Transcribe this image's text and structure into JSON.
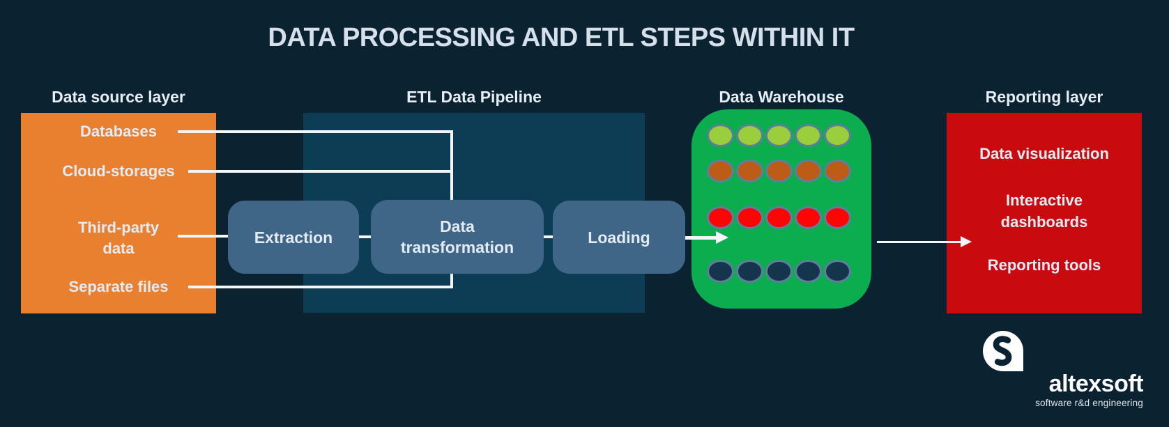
{
  "title": "DATA PROCESSING AND ETL STEPS WITHIN IT",
  "panels": {
    "source": {
      "label": "Data source layer",
      "items": [
        "Databases",
        "Cloud-storages",
        "Third-party\ndata",
        "Separate files"
      ]
    },
    "etl": {
      "label": "ETL Data Pipeline",
      "steps": [
        "Extraction",
        "Data\ntransformation",
        "Loading"
      ]
    },
    "warehouse": {
      "label": "Data Warehouse",
      "rows": [
        {
          "name": "green-row",
          "color": "#9bce3d",
          "count": 5
        },
        {
          "name": "brown-row",
          "color": "#bd5c17",
          "count": 5
        },
        {
          "name": "red-row",
          "color": "#fb0505",
          "count": 5
        },
        {
          "name": "navy-row",
          "color": "#15354d",
          "count": 5
        }
      ]
    },
    "reporting": {
      "label": "Reporting layer",
      "items": [
        "Data visualization",
        "Interactive\ndashboards",
        "Reporting tools"
      ]
    }
  },
  "logo": {
    "name": "altexsoft",
    "tagline": "software r&d engineering",
    "mark": "speech-bubble-a-icon"
  },
  "colors": {
    "bg": "#0b2231",
    "panel-teal": "#0d3c55",
    "box-blue": "#3f6587",
    "orange": "#e8802f",
    "green": "#0cad4f",
    "red": "#c90b10",
    "dot-border": "#5f7d9c",
    "line": "#f3f6f9",
    "title-text": "#d5e0eb",
    "label-text": "#e6edf4",
    "item-text": "#e3ecf4"
  }
}
